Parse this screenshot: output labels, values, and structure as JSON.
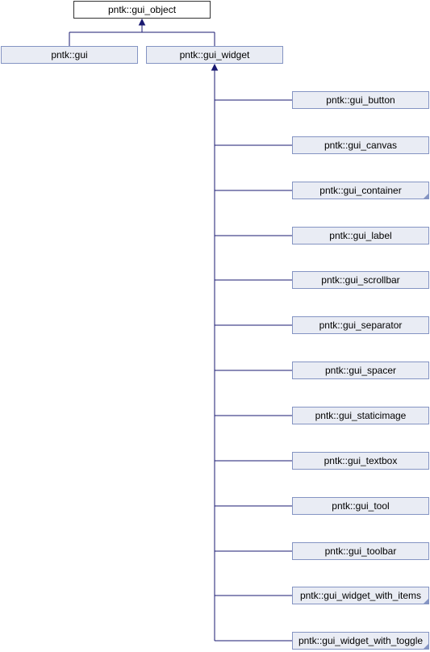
{
  "root": {
    "label": "pntk::gui_object"
  },
  "level1": [
    {
      "label": "pntk::gui"
    },
    {
      "label": "pntk::gui_widget"
    }
  ],
  "widgets": [
    {
      "label": "pntk::gui_button",
      "has_children": false
    },
    {
      "label": "pntk::gui_canvas",
      "has_children": false
    },
    {
      "label": "pntk::gui_container",
      "has_children": true
    },
    {
      "label": "pntk::gui_label",
      "has_children": false
    },
    {
      "label": "pntk::gui_scrollbar",
      "has_children": false
    },
    {
      "label": "pntk::gui_separator",
      "has_children": false
    },
    {
      "label": "pntk::gui_spacer",
      "has_children": false
    },
    {
      "label": "pntk::gui_staticimage",
      "has_children": false
    },
    {
      "label": "pntk::gui_textbox",
      "has_children": false
    },
    {
      "label": "pntk::gui_tool",
      "has_children": false
    },
    {
      "label": "pntk::gui_toolbar",
      "has_children": false
    },
    {
      "label": "pntk::gui_widget_with_items",
      "has_children": true
    },
    {
      "label": "pntk::gui_widget_with_toggle",
      "has_children": true
    }
  ],
  "colors": {
    "edge": "#191970",
    "node_fill": "#e9ecf4",
    "node_border": "#8494c3",
    "root_border": "#333333"
  }
}
